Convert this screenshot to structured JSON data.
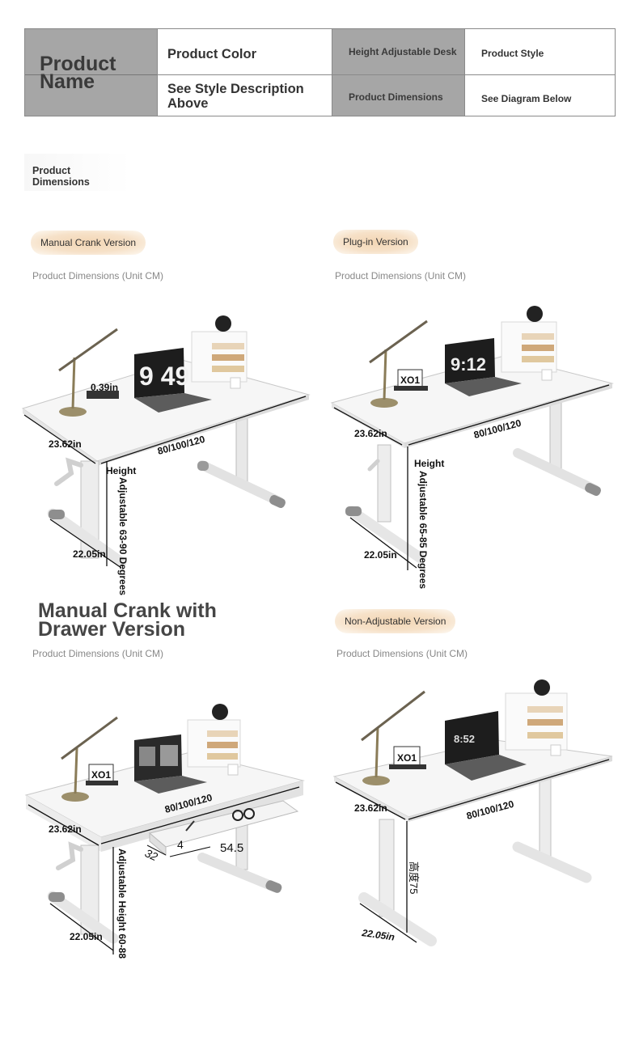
{
  "spec_table": {
    "product_name": "Product Name",
    "product_color_label": "Product Color",
    "product_color_value": "See Style Description Above",
    "height_adjustable": "Height Adjustable Desk",
    "product_dimensions": "Product Dimensions",
    "product_style": "Product Style",
    "see_diagram": "See Diagram Below"
  },
  "section_title": "Product Dimensions",
  "versions": [
    {
      "name": "Manual Crank Version",
      "unit_note": "Product Dimensions (Unit CM)",
      "dims": {
        "top": "0.39in",
        "depth": "23.62in",
        "width": "80/100/120",
        "height_label": "Height",
        "height_range": "Adjustable 63-90 Degrees",
        "base": "22.05in"
      }
    },
    {
      "name": "Plug-in Version",
      "unit_note": "Product Dimensions (Unit CM)",
      "dims": {
        "depth": "23.62in",
        "width": "80/100/120",
        "height_label": "Height",
        "height_range": "Adjustable 65-85 Degrees",
        "base": "22.05in"
      }
    },
    {
      "name": "Manual Crank with Drawer Version",
      "unit_note": "Product Dimensions (Unit CM)",
      "dims": {
        "depth": "23.62in",
        "width": "80/100/120",
        "drawer_d": "32",
        "drawer_h": "4",
        "drawer_w": "54.5",
        "height_range": "Adjustable Height 60-88",
        "base": "22.05in"
      }
    },
    {
      "name": "Non-Adjustable Version",
      "unit_note": "Product Dimensions (Unit CM)",
      "dims": {
        "depth": "23.62in",
        "width": "80/100/120",
        "height_range": "高度75",
        "base": "22.05in"
      }
    }
  ],
  "laptop_screens": [
    "9 49",
    "9:12",
    "",
    "8:52"
  ],
  "clock_label": "XO1",
  "colors": {
    "header_gray": "#a6a6a6",
    "desk_white": "#f4f4f4",
    "pill": "#f3d6b4",
    "leg_gray": "#e6e6e6"
  }
}
